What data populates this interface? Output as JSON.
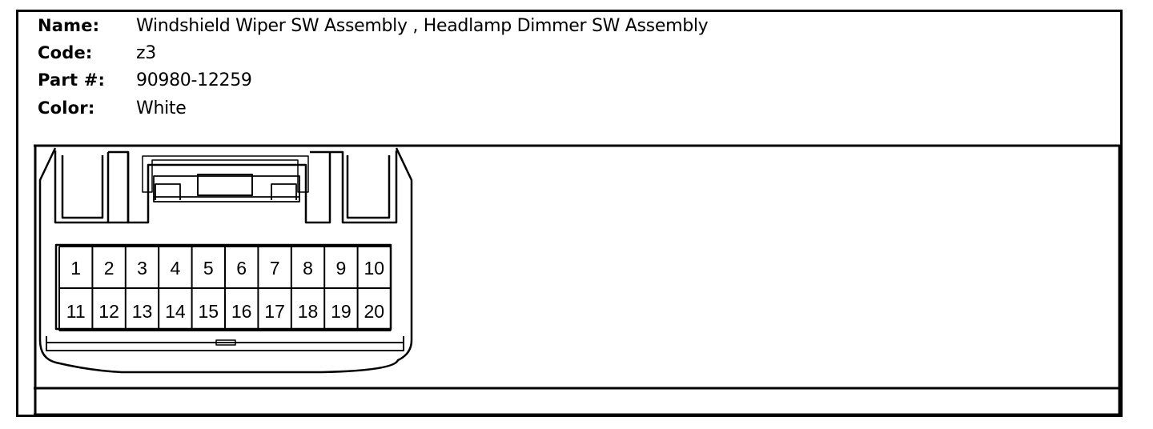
{
  "connector": {
    "name_label": "Name:",
    "name_value": "Windshield Wiper SW Assembly , Headlamp Dimmer SW Assembly",
    "code_label": "Code:",
    "code_value": "z3",
    "part_label": "Part #:",
    "part_value": "90980-12259",
    "color_label": "Color:",
    "color_value": "White"
  },
  "pins": {
    "top_row": [
      "1",
      "2",
      "3",
      "4",
      "5",
      "6",
      "7",
      "8",
      "9",
      "10"
    ],
    "bottom_row": [
      "11",
      "12",
      "13",
      "14",
      "15",
      "16",
      "17",
      "18",
      "19",
      "20"
    ]
  }
}
